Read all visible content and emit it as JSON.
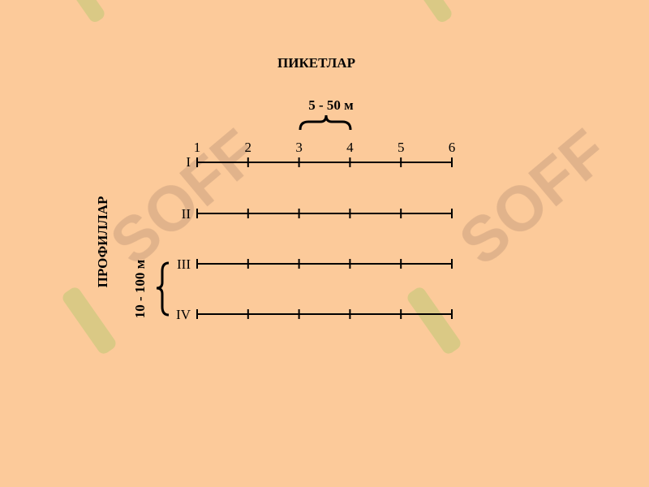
{
  "diagram": {
    "header": "ПИКЕТЛАР",
    "picket_spacing": "5 - 50 м",
    "side_label": "ПРОФИЛЛАР",
    "profile_spacing": "10 - 100 м",
    "pickets": [
      "1",
      "2",
      "3",
      "4",
      "5",
      "6"
    ],
    "profiles": [
      "I",
      "II",
      "III",
      "IV"
    ]
  },
  "watermark": {
    "text": "SOFF"
  },
  "colors": {
    "background": "#fcca9a",
    "line": "#000000"
  }
}
